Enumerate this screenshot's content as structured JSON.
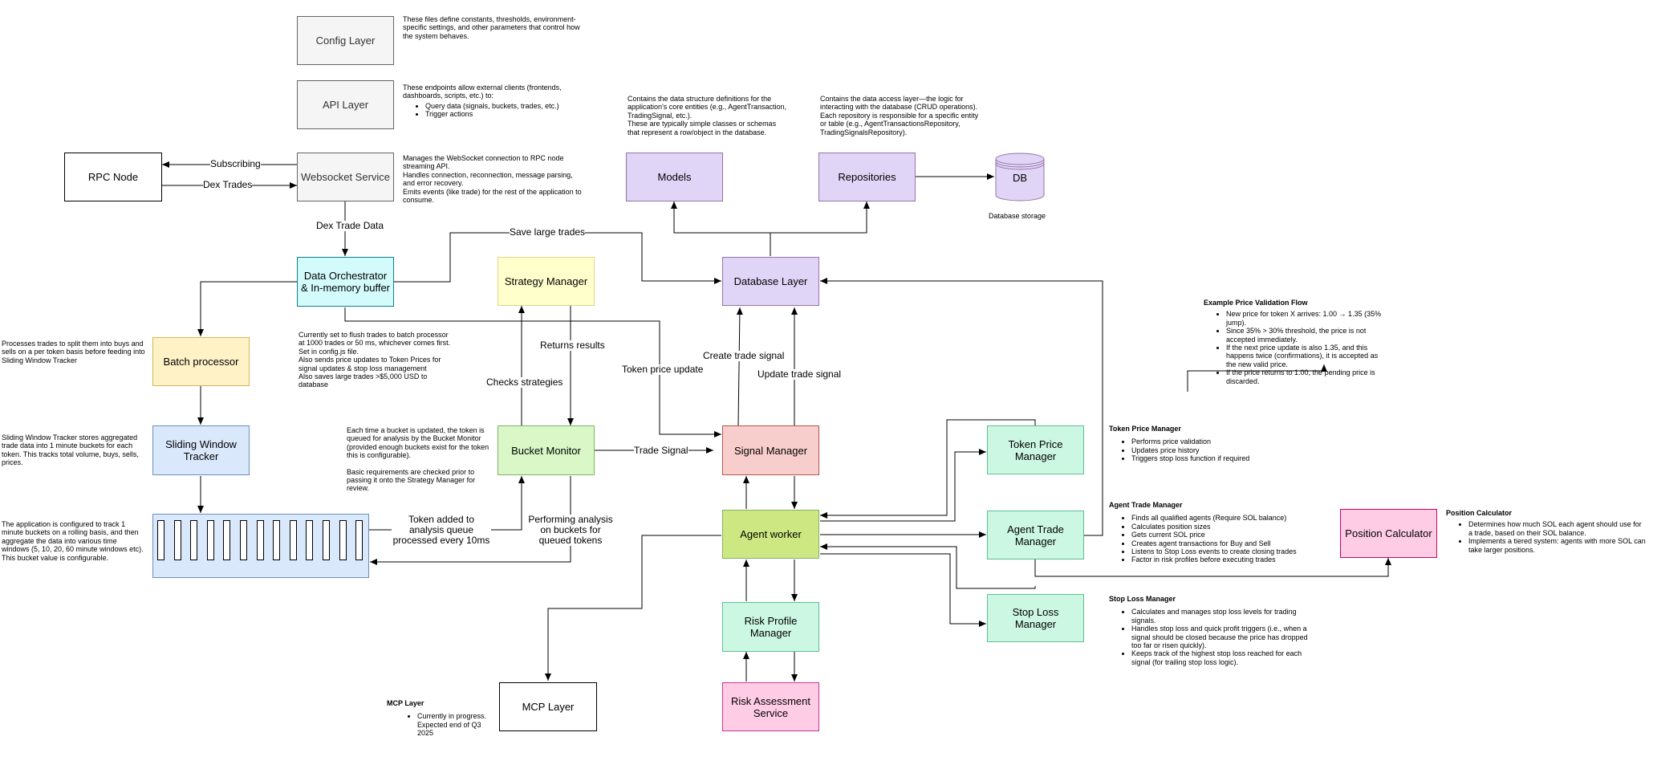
{
  "boxes": {
    "config_layer": "Config Layer",
    "api_layer": "API Layer",
    "websocket_service": "Websocket Service",
    "rpc_node": "RPC Node",
    "models": "Models",
    "repositories": "Repositories",
    "db": "DB",
    "data_orchestrator": "Data Orchestrator\n& In-memory buffer",
    "strategy_manager": "Strategy Manager",
    "database_layer": "Database Layer",
    "batch_processor": "Batch processor",
    "sliding_window_tracker": "Sliding Window\nTracker",
    "bucket_monitor": "Bucket Monitor",
    "signal_manager": "Signal Manager",
    "agent_worker": "Agent worker",
    "token_price_manager": "Token Price\nManager",
    "agent_trade_manager": "Agent Trade\nManager",
    "stop_loss_manager": "Stop Loss\nManager",
    "risk_profile_manager": "Risk Profile\nManager",
    "risk_assessment_service": "Risk Assessment\nService",
    "mcp_layer": "MCP Layer",
    "position_calculator": "Position Calculator"
  },
  "edge_labels": {
    "subscribing": "Subscribing",
    "dex_trades": "Dex Trades",
    "dex_trade_data": "Dex Trade Data",
    "save_large_trades": "Save large trades",
    "returns_results": "Returns results",
    "checks_strategies": "Checks strategies",
    "token_price_update": "Token price update",
    "create_trade_signal": "Create trade signal",
    "update_trade_signal": "Update trade signal",
    "trade_signal": "Trade Signal",
    "token_added": "Token added to\nanalysis queue\nprocessed every 10ms",
    "performing_analysis": "Performing analysis\non buckets for\nqueued tokens"
  },
  "notes": {
    "config": "These files define constants, thresholds, environment-specific settings, and other parameters that control how the system behaves.",
    "api_intro": "These endpoints allow external clients (frontends, dashboards, scripts, etc.) to:",
    "api_items": [
      "Query data (signals, buckets, trades, etc.)",
      "Trigger actions"
    ],
    "websocket": "Manages the WebSocket connection to RPC node streaming API.\nHandles connection, reconnection, message parsing, and error recovery.\nEmits events (like trade) for the rest of the application to consume.",
    "models": "Contains the data structure definitions for the application's core entities (e.g., AgentTransaction, TradingSignal, etc.).\nThese are typically simple classes or schemas that represent a row/object in the database.",
    "repositories": "Contains the data access layer—the logic for interacting with the database (CRUD operations). Each repository is responsible for a specific entity or table (e.g., AgentTransactionsRepository, TradingSignalsRepository).",
    "db_caption": "Database storage",
    "batch": "Processes trades to split them into buys and sells on a per token basis before feeding into Sliding Window Tracker",
    "orchestrator": "Currently set to flush trades to batch processor at 1000 trades or 50 ms, whichever comes first. Set in config.js file.\nAlso sends price updates to Token Prices for signal updates & stop loss management\nAlso saves large trades >$5,000 USD to database",
    "sliding": "Sliding Window Tracker stores aggregated trade data into 1 minute buckets for each token. This tracks total volume, buys, sells, prices.",
    "buckets": "The application is configured to track 1 minute buckets on a rolling basis, and then aggregate the data into various time windows (5, 10, 20, 60 minute windows etc). This bucket value is configurable.",
    "bucket_monitor_1": "Each time a bucket is updated, the token is queued for analysis by the Bucket Monitor (provided enough buckets exist for the token this is configurable).",
    "bucket_monitor_2": "Basic requirements are checked prior to passing it onto the Strategy Manager for review.",
    "price_validation_title": "Example Price Validation Flow",
    "price_validation_items": [
      "New price for token X arrives: 1.00 → 1.35 (35% jump).",
      "Since 35% > 30% threshold, the price is not accepted immediately.",
      "If the next price update is also 1.35, and this happens twice (confirmations), it is accepted as the new valid price.",
      "If the price returns to 1.00, the pending price is discarded."
    ],
    "token_price_title": "Token Price Manager",
    "token_price_items": [
      "Performs price validation",
      "Updates price history",
      "Triggers stop loss function if required"
    ],
    "agent_trade_title": "Agent Trade Manager",
    "agent_trade_items": [
      "Finds all qualified agents (Require SOL balance)",
      "Calculates position sizes",
      "Gets current SOL price",
      "Creates agent transactions for Buy and Sell",
      "Listens to Stop Loss events to create closing trades",
      "Factor in risk profiles before executing trades"
    ],
    "position_title": "Position Calculator",
    "position_items": [
      "Determines how much SOL each agent should use for a trade, based on their SOL balance.",
      "Implements a tiered system: agents with more SOL can take larger positions."
    ],
    "stop_loss_title": "Stop Loss Manager",
    "stop_loss_items": [
      "Calculates and manages stop loss levels for trading signals.",
      "Handles stop loss and quick profit triggers (i.e., when a signal should be closed because the price has dropped too far or risen quickly).",
      "Keeps track of the highest stop loss reached for each signal (for trailing stop loss logic)."
    ],
    "mcp_title": "MCP Layer",
    "mcp_items": [
      "Currently in progress. Expected end of Q3 2025"
    ]
  }
}
